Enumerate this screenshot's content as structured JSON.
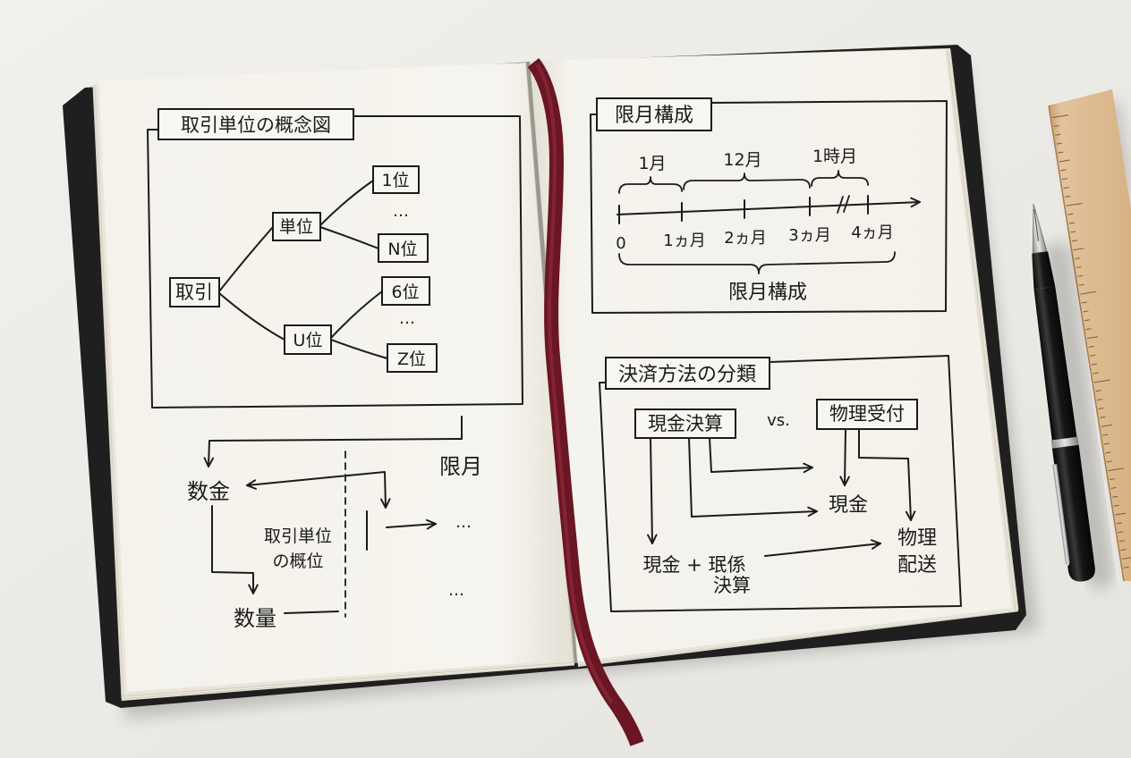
{
  "colors": {
    "background": "#ecebe7",
    "cover": "#1f1f1f",
    "page": "#f7f5ef",
    "ink": "#1b1b1b",
    "ribbon": "#6a1624",
    "ruler": "#dcb98f",
    "pen_body": "#141414",
    "pen_metal": "#b8b8b8"
  },
  "left_page": {
    "concept_diagram": {
      "title": "取引単位の概念図",
      "root": "取引",
      "branch_upper": "単位",
      "branch_lower": "U位",
      "leaf_1": "1位",
      "leaf_ellipsis_1": "…",
      "leaf_2": "N位",
      "leaf_3": "6位",
      "leaf_ellipsis_2": "…",
      "leaf_4": "Z位"
    },
    "flow_diagram": {
      "node_amount": "数金",
      "node_contract_month": "限月",
      "center_label_line1": "取引単位",
      "center_label_line2": "の概位",
      "node_quantity": "数量",
      "ellipsis_upper": "…",
      "ellipsis_lower": "…"
    }
  },
  "right_page": {
    "contract_month_structure": {
      "title": "限月構成",
      "brace_labels": [
        "1月",
        "12月",
        "1時月"
      ],
      "ticks": [
        "0",
        "1ヵ月",
        "2ヵ月",
        "3ヵ月",
        "4ヵ月"
      ],
      "caption": "限月構成"
    },
    "settlement_classification": {
      "title": "決済方法の分類",
      "cash_settlement": "現金決算",
      "versus": "vs.",
      "physical_receipt": "物理受付",
      "cash": "現金",
      "physical_delivery_line1": "物理",
      "physical_delivery_line2": "配送",
      "mixed_line1": "現金 + 珉係",
      "mixed_line2": "決算"
    }
  }
}
